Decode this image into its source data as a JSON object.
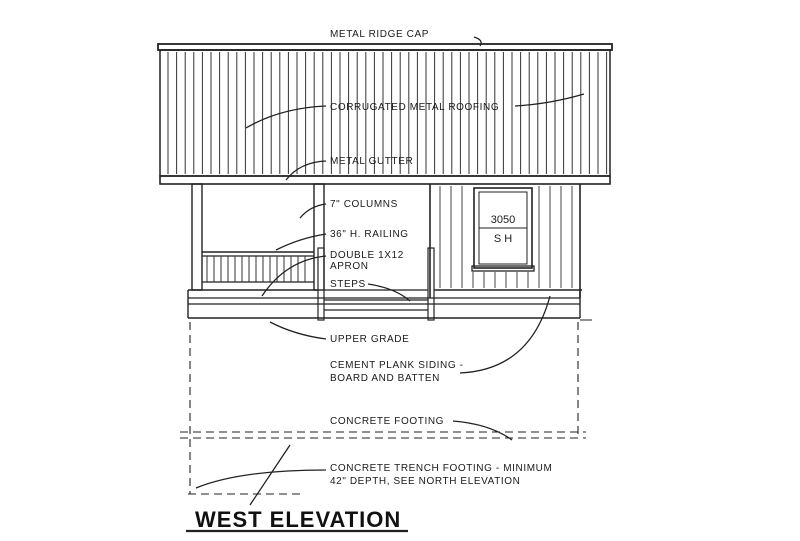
{
  "title": "WEST ELEVATION",
  "window_tag": {
    "size": "3050",
    "type": "S H"
  },
  "callouts": {
    "ridge_cap": "METAL RIDGE CAP",
    "roofing": "CORRUGATED METAL ROOFING",
    "gutter": "METAL GUTTER",
    "columns": "7\" COLUMNS",
    "railing": "36\" H. RAILING",
    "apron_1": "DOUBLE 1X12",
    "apron_2": "APRON",
    "steps": "STEPS",
    "upper_grade": "UPPER GRADE",
    "siding_1": "CEMENT PLANK SIDING -",
    "siding_2": "BOARD AND BATTEN",
    "footing": "CONCRETE FOOTING",
    "trench_1": "CONCRETE TRENCH FOOTING - MINIMUM",
    "trench_2": "42\" DEPTH, SEE NORTH ELEVATION"
  }
}
